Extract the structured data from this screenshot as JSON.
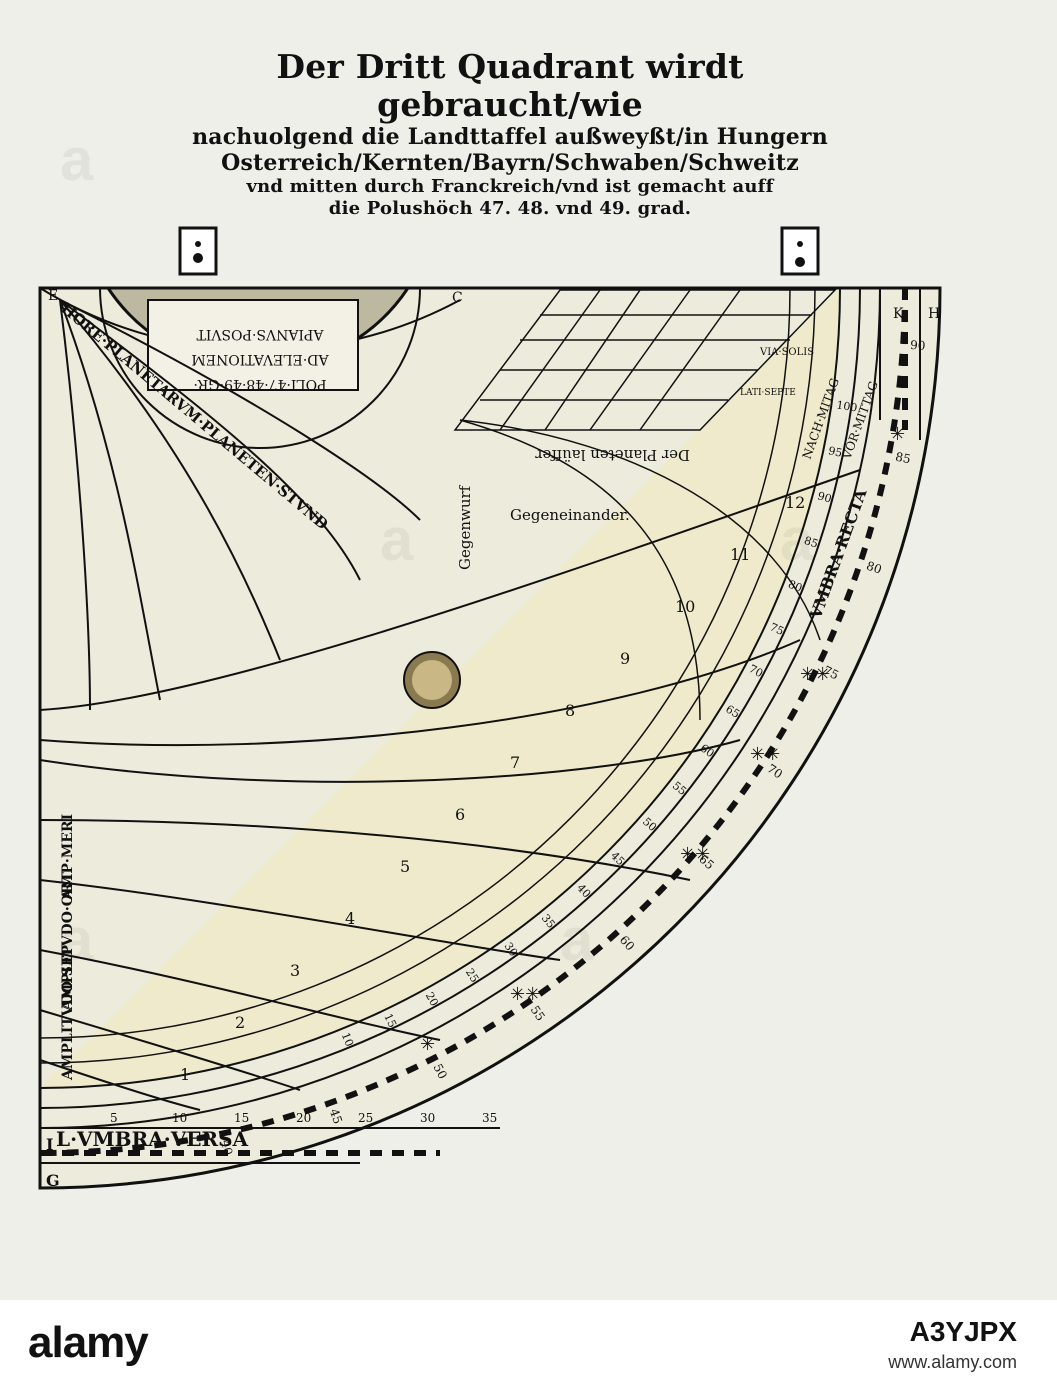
{
  "heading": {
    "line1": "Der Dritt Quadrant wirdt gebraucht/wie",
    "line2": "nachuolgend die Landttaffel außweyßt/in Hungern",
    "line3": "Osterreich/Kernten/Bayrn/Schwaben/Schweitz",
    "line4": "vnd mitten durch Franckreich/vnd ist gemacht auff",
    "line5": "die Polushöch 47. 48. vnd 49. grad."
  },
  "cartouche": {
    "line1": "APIANVS·POSVIT",
    "line2": "AD·ELEVATIONEM",
    "line3": "POLI·47·48·49·GR·"
  },
  "labels": {
    "hore": "HORE·PLANETARVM·PLANETEN·STVND",
    "umbra_recta": "VMBRA·RECTA",
    "umbra_versa": "L·VMBRA·VERSA",
    "amplitudo_ort": "AMPLITVDO·ORT",
    "amplitudo_occ": "AMPLITVDO·SEP",
    "amp_meri": "AMP·MERI",
    "planeten": "Der Planeten laüffer",
    "gegenwurf": "Gegenwurf",
    "gegeneinander": "Gegeneinander.",
    "nachmittag": "NACH·MITAG",
    "vormittag": "VOR·MITTAG",
    "via_solis": "VIA·SOLIS",
    "lat_sept": "LATI·SEPTE"
  },
  "corner_letters": {
    "top_left": "E",
    "top_mid": "C",
    "top_right_k": "K",
    "right_h": "H",
    "bottom_g": "G",
    "bottom_i": "I"
  },
  "scale_numbers": {
    "bottom": [
      "5",
      "10",
      "15",
      "20",
      "25",
      "30",
      "35"
    ],
    "outer": [
      "40",
      "45",
      "50",
      "55",
      "60",
      "65",
      "70",
      "75",
      "80",
      "85",
      "90"
    ],
    "inner": [
      "10",
      "15",
      "20",
      "25",
      "30",
      "35",
      "40",
      "45",
      "50",
      "55",
      "60",
      "65",
      "70",
      "75",
      "80",
      "85",
      "90",
      "95",
      "100"
    ]
  },
  "hour_numbers": [
    "1",
    "2",
    "3",
    "4",
    "5",
    "6",
    "7",
    "8",
    "9",
    "10",
    "11",
    "12"
  ],
  "footer": {
    "brand": "alamy",
    "stock_id": "A3YJPX",
    "url": "www.alamy.com"
  },
  "colors": {
    "paper": "#efefe9",
    "ink": "#111111",
    "tint": "#e9e3c2"
  }
}
